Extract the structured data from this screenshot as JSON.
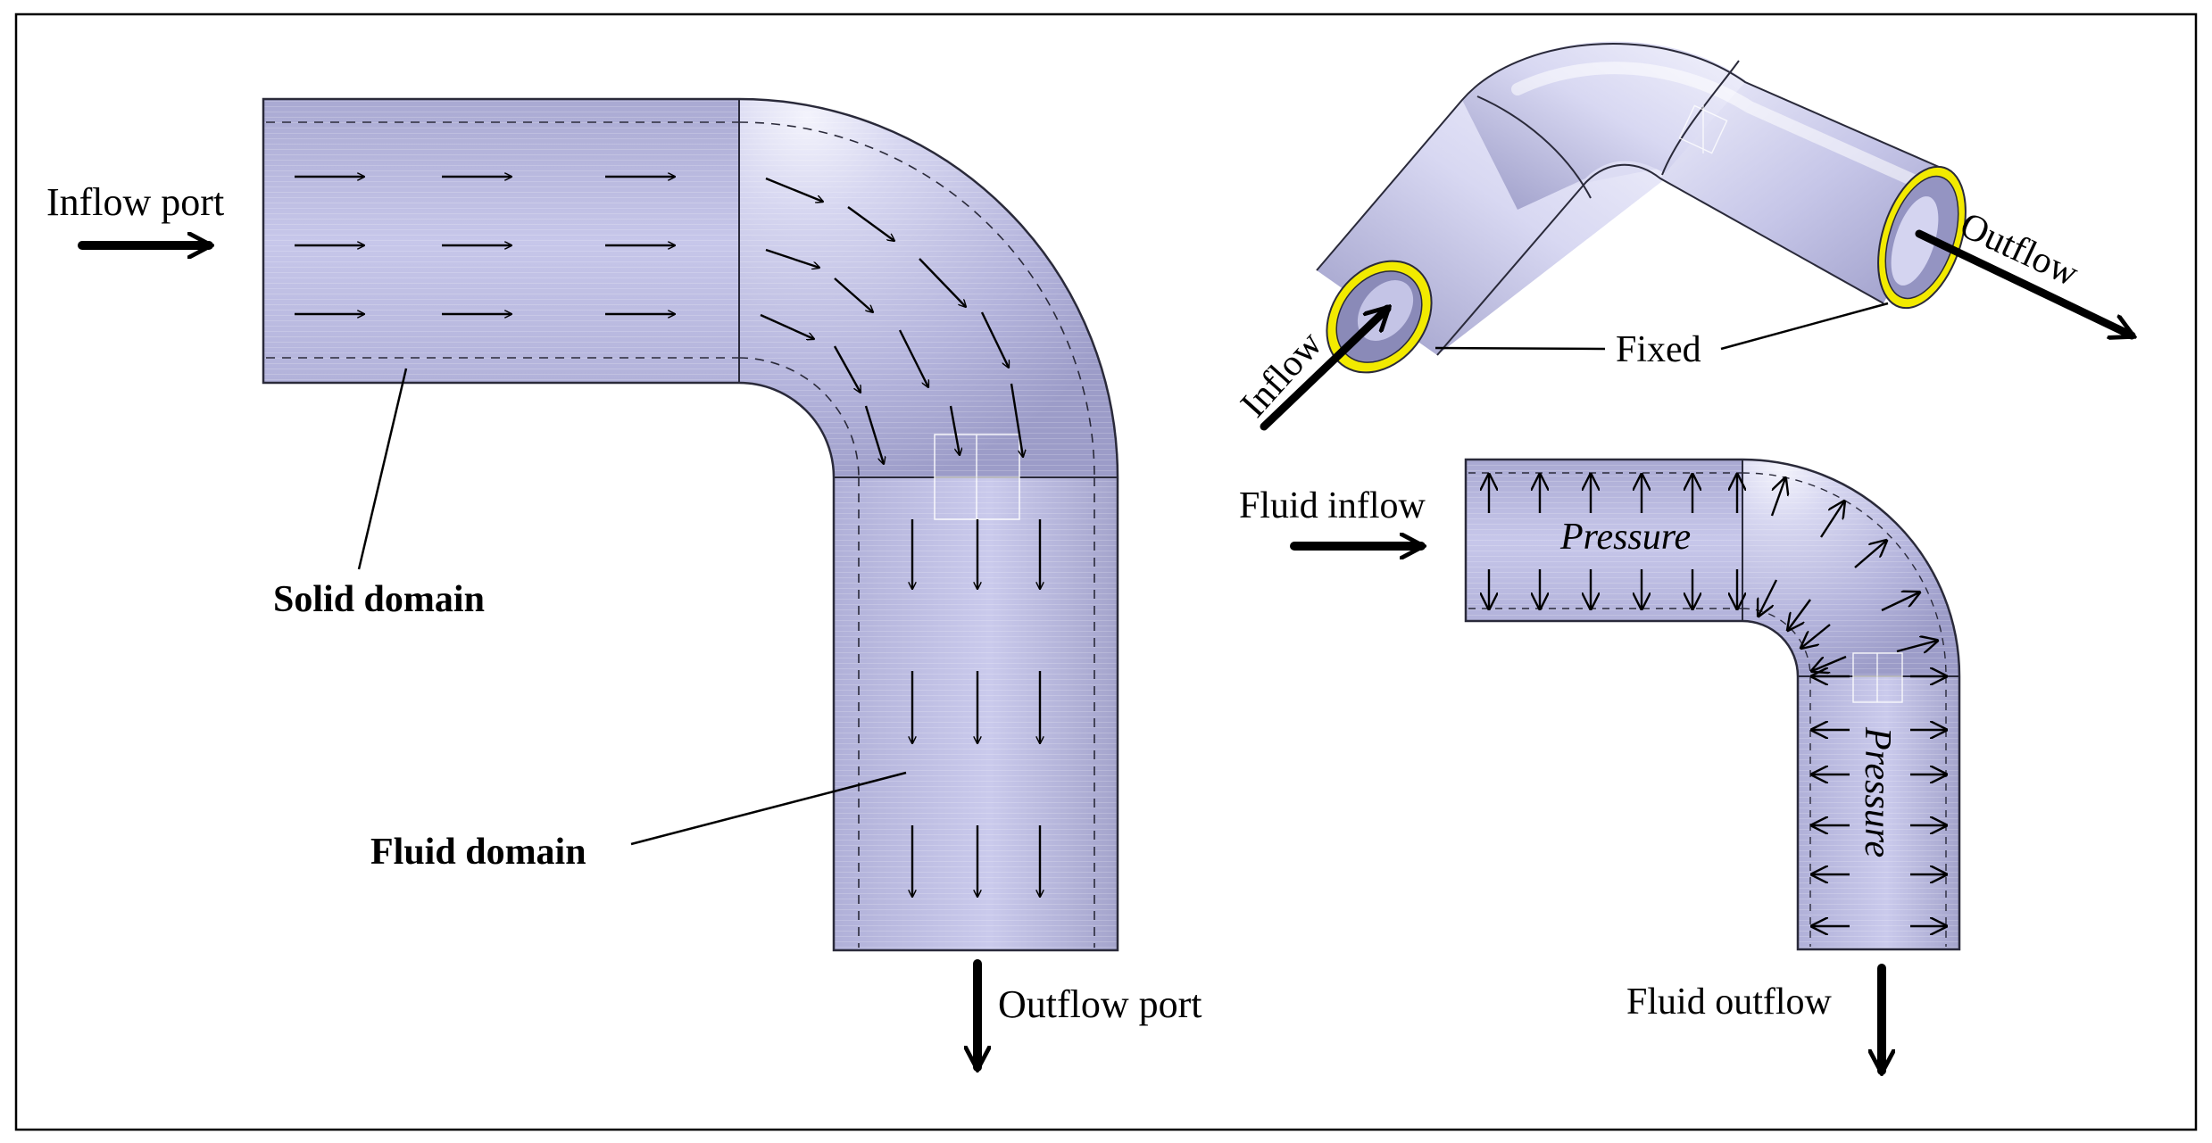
{
  "labels": {
    "inflow_port": "Inflow port",
    "outflow_port": "Outflow port",
    "solid_domain": "Solid domain",
    "fluid_domain": "Fluid domain",
    "inflow": "Inflow",
    "outflow": "Outflow",
    "fixed": "Fixed",
    "fluid_inflow": "Fluid inflow",
    "fluid_outflow": "Fluid outflow",
    "pressure_horizontal": "Pressure",
    "pressure_vertical": "Pressure"
  },
  "colors": {
    "pipe_fill": "#b9b9e0",
    "pipe_highlight": "#ececfa",
    "pipe_outline": "#2a2a3a",
    "fixed_ring": "#f2ea00",
    "arrow": "#000000"
  }
}
